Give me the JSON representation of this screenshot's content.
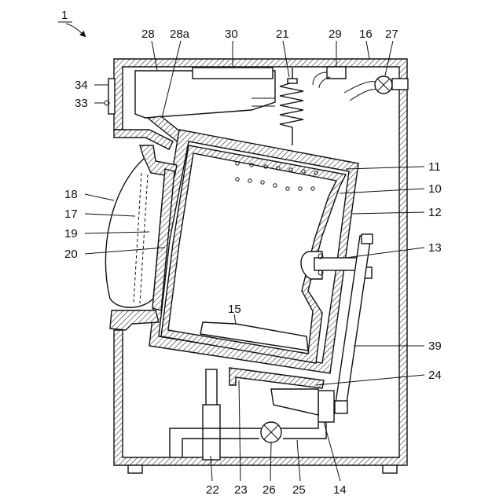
{
  "figure": {
    "ref": "1",
    "labels": {
      "l10": "10",
      "l11": "11",
      "l12": "12",
      "l13": "13",
      "l14": "14",
      "l15": "15",
      "l16": "16",
      "l17": "17",
      "l18": "18",
      "l19": "19",
      "l20": "20",
      "l21": "21",
      "l22": "22",
      "l23": "23",
      "l24": "24",
      "l25": "25",
      "l26": "26",
      "l27": "27",
      "l28": "28",
      "l28a": "28a",
      "l29": "29",
      "l30": "30",
      "l33": "33",
      "l34": "34",
      "l39": "39"
    }
  }
}
